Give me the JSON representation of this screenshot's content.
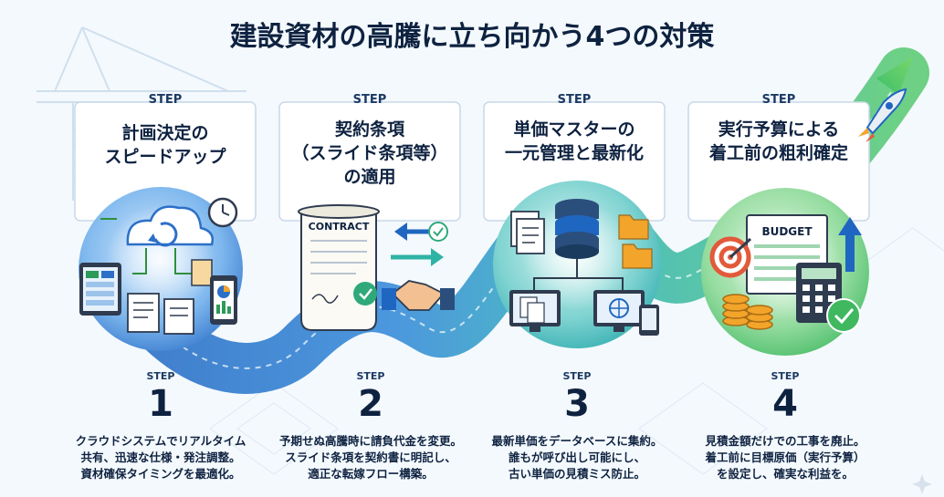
{
  "title": "建設資材の高騰に立ち向かう4つの対策",
  "colors": {
    "navy": "#0e2240",
    "blue": "#1f66c1",
    "teal": "#2fb3b4",
    "green": "#4cc47a",
    "orange": "#f2a42b",
    "red": "#e25a3a"
  },
  "steps": [
    {
      "tag": "STEP",
      "heading": [
        "計画決定の",
        "スピードアップ"
      ],
      "number_tag": "STEP",
      "number": "1",
      "description": [
        "クラウドシステムでリアルタイム",
        "共有、迅速な仕様・発注調整。",
        "資材確保タイミングを最適化。"
      ],
      "icons": [
        "cloud-sync-icon",
        "clock-icon",
        "tablet-icon",
        "document-icon",
        "smartphone-chart-icon"
      ]
    },
    {
      "tag": "STEP",
      "heading": [
        "契約条項",
        "（スライド条項等）",
        "の適用"
      ],
      "number_tag": "STEP",
      "number": "2",
      "description": [
        "予期せぬ高騰時に請負代金を変更。",
        "スライド条項を契約書に明記し、",
        "適正な転嫁フロー構築。"
      ],
      "contract_label": "CONTRACT",
      "icons": [
        "contract-scroll-icon",
        "exchange-arrows-icon",
        "handshake-icon",
        "approval-badge-icon"
      ]
    },
    {
      "tag": "STEP",
      "heading": [
        "単価マスターの",
        "一元管理と最新化"
      ],
      "number_tag": "STEP",
      "number": "3",
      "description": [
        "最新単価をデータベースに集約。",
        "誰もが呼び出し可能にし、",
        "古い単価の見積ミス防止。"
      ],
      "icons": [
        "database-icon",
        "folder-icon",
        "document-stack-icon",
        "desktop-monitor-icon",
        "mobile-device-icon"
      ]
    },
    {
      "tag": "STEP",
      "heading": [
        "実行予算による",
        "着工前の粗利確定"
      ],
      "number_tag": "STEP",
      "number": "4",
      "description": [
        "見積金額だけでの工事を廃止。",
        "着工前に目標原価（実行予算）",
        "を設定し、確実な利益を。"
      ],
      "budget_label": "BUDGET",
      "icons": [
        "budget-sheet-icon",
        "target-icon",
        "coin-stack-icon",
        "calculator-icon",
        "check-badge-icon",
        "rocket-icon"
      ]
    }
  ]
}
